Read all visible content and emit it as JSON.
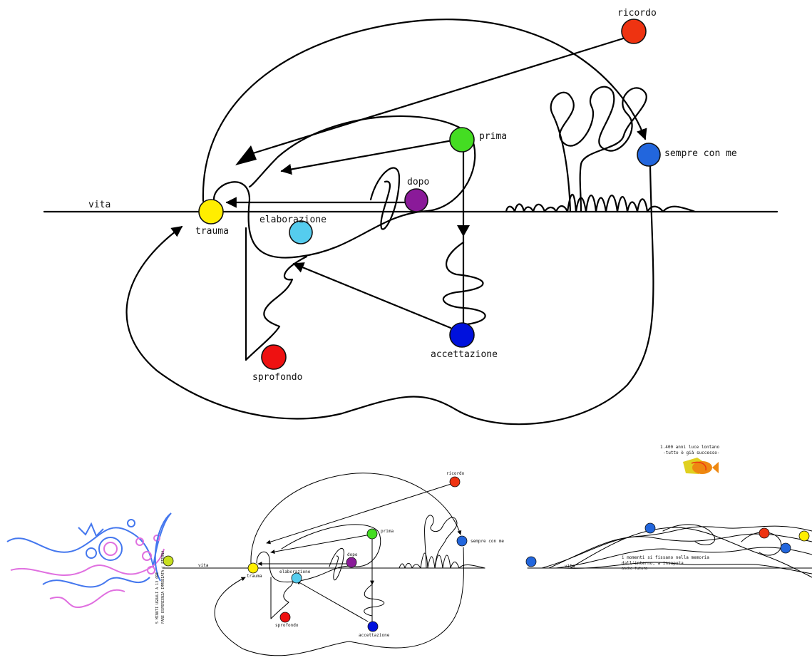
{
  "main_diagram": {
    "axis_label": "vita",
    "nodes": [
      {
        "id": "trauma",
        "label": "trauma",
        "color": "#ffee00"
      },
      {
        "id": "elaborazione",
        "label": "elaborazione",
        "color": "#55ccee"
      },
      {
        "id": "dopo",
        "label": "dopo",
        "color": "#8a1a99"
      },
      {
        "id": "prima",
        "label": "prima",
        "color": "#44dd22"
      },
      {
        "id": "ricordo",
        "label": "ricordo",
        "color": "#ee3311"
      },
      {
        "id": "sempre",
        "label": "sempre con me",
        "color": "#2266dd"
      },
      {
        "id": "accettazione",
        "label": "accettazione",
        "color": "#0011dd"
      },
      {
        "id": "sprofondo",
        "label": "sprofondo",
        "color": "#ee1111"
      }
    ]
  },
  "small_diagram": {
    "axis_label": "vita",
    "right_axis_label": "vita",
    "nodes": [
      {
        "id": "trauma",
        "label": "trauma"
      },
      {
        "id": "elaborazione",
        "label": "elaborazione"
      },
      {
        "id": "dopo",
        "label": "dopo"
      },
      {
        "id": "prima",
        "label": "prima"
      },
      {
        "id": "ricordo",
        "label": "ricordo"
      },
      {
        "id": "sempre",
        "label": "sempre con me"
      },
      {
        "id": "accettazione",
        "label": "accettazione"
      },
      {
        "id": "sprofondo",
        "label": "sprofondo"
      }
    ],
    "vertical_text": "5 MINUTI UGUALI A 13 ORE",
    "vertical_subtext": "FARE ESPERIENZA IMMEDIATA | ETERNA",
    "note_title": "1.400 anni luce lontano",
    "note_subtitle": "-tutto è già successo-",
    "right_note_line1": "i momenti si fissano nella memoria",
    "right_note_line2": "dall'interno, a insaputa",
    "right_note_line3": "anche futura"
  },
  "colors": {
    "yellow_green": "#c8e020",
    "pink": "#e070e0",
    "blue": "#4477ee",
    "orange": "#ee8811",
    "red": "#ee3311"
  }
}
